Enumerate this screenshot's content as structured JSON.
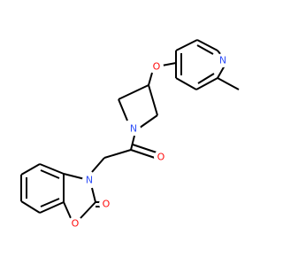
{
  "diagram": {
    "type": "chemical-structure",
    "colors": {
      "bond": "#000000",
      "nitrogen": "#3050f8",
      "oxygen": "#ff0d0d",
      "background": "#ffffff"
    },
    "atom_labels": {
      "ether_oxygen": "O",
      "pyridine_nitrogen": "N",
      "azetidine_nitrogen": "N",
      "amide_oxygen": "O",
      "benzoxazolone_nitrogen": "N",
      "carbonyl_oxygen": "O",
      "ring_oxygen": "O"
    }
  }
}
